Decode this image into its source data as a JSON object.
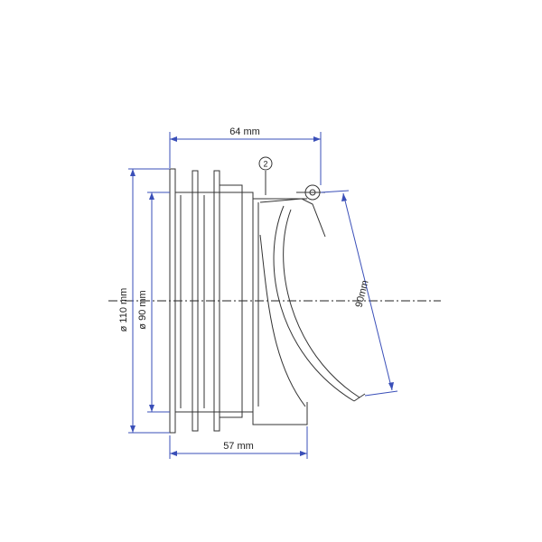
{
  "dimensions": {
    "top_width": "64 mm",
    "bottom_width": "57 mm",
    "outer_diameter": "ø 110 mm",
    "inner_diameter": "ø 90 mm",
    "flap_length": "90mm"
  },
  "callouts": {
    "part_number": "2"
  },
  "colors": {
    "dimension_line": "#3a4fb8",
    "outline": "#333333"
  }
}
